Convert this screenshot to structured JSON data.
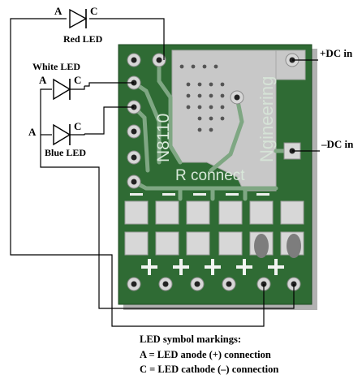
{
  "leds": {
    "red": {
      "label": "Red LED",
      "anode": "A",
      "cathode": "C"
    },
    "white": {
      "label": "White LED",
      "anode": "A",
      "cathode": "C"
    },
    "blue": {
      "label": "Blue LED",
      "anode": "A",
      "cathode": "C"
    }
  },
  "power": {
    "pos_label": "+DC in",
    "neg_label": "–DC in"
  },
  "board": {
    "model": "N8110",
    "brand": "Ngineering",
    "resistor_text": "R connect",
    "color": "#2f6b34"
  },
  "legend": {
    "title": "LED symbol markings:",
    "anode_line": "A = LED anode (+) connection",
    "cathode_line": "C = LED cathode (–) connection"
  }
}
